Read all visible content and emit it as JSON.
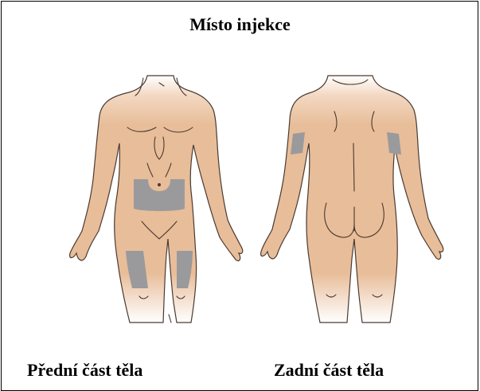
{
  "title": "Místo injekce",
  "captions": {
    "front": "Přední část těla",
    "back": "Zadní část těla"
  },
  "colors": {
    "skin": "#e8bd99",
    "injection_zone": "#9a9a9c",
    "outline": "#4a3a30"
  }
}
